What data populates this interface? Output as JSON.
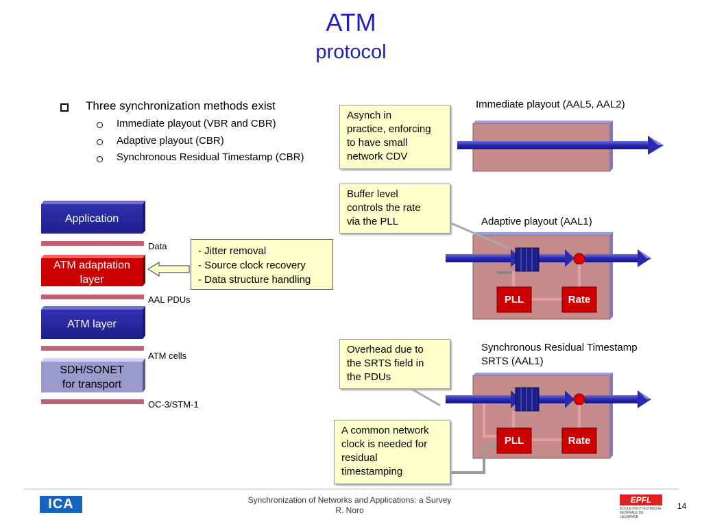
{
  "title": {
    "main": "ATM",
    "sub": "protocol"
  },
  "bullets": {
    "main": "Three synchronization methods exist",
    "sub": [
      "Immediate playout (VBR and CBR)",
      "Adaptive playout (CBR)",
      "Synchronous Residual Timestamp (CBR)"
    ]
  },
  "stack": {
    "application": "Application",
    "aal_line1": "ATM adaptation",
    "aal_line2": "layer",
    "atm_layer": "ATM layer",
    "sdh_line1": "SDH/SONET",
    "sdh_line2": "for transport",
    "labels": {
      "data": "Data",
      "aal_pdus": "AAL PDUs",
      "atm_cells": "ATM cells",
      "oc3": "OC-3/STM-1"
    }
  },
  "aal_functions": [
    "- Jitter removal",
    "- Source clock recovery",
    "- Data structure handling"
  ],
  "notes": {
    "asynch": [
      "Asynch in",
      "practice, enforcing",
      "to have small",
      "network CDV"
    ],
    "buffer": [
      "Buffer level",
      "controls the rate",
      "via the PLL"
    ],
    "overhead": [
      "Overhead due to",
      "the SRTS field in",
      "the PDUs"
    ],
    "common": [
      "A common network",
      "clock is needed for",
      "residual",
      "timestamping"
    ]
  },
  "diagrams": {
    "immediate": "Immediate playout (AAL5, AAL2)",
    "adaptive": "Adaptive playout (AAL1)",
    "srts_line1": "Synchronous Residual Timestamp",
    "srts_line2": "SRTS (AAL1)",
    "pll": "PLL",
    "rate": "Rate"
  },
  "footer": {
    "logo_left": "ICA",
    "line1": "Synchronization of Networks and Applications: a Survey",
    "line2": "R. Noro",
    "logo_right": "EPFL",
    "logo_right_sub1": "ÉCOLE POLYTECHNIQUE",
    "logo_right_sub2": "FÉDÉRALE DE LAUSANNE",
    "page": "14"
  },
  "colors": {
    "title": "#1f1fb8",
    "layer_blue": "#2a2aa6",
    "aal_red": "#cc0000",
    "sdh_lavender": "#9a9acc",
    "panel": "#c58b8b",
    "note_bg": "#ffffcc",
    "red_box": "#cc0000"
  }
}
